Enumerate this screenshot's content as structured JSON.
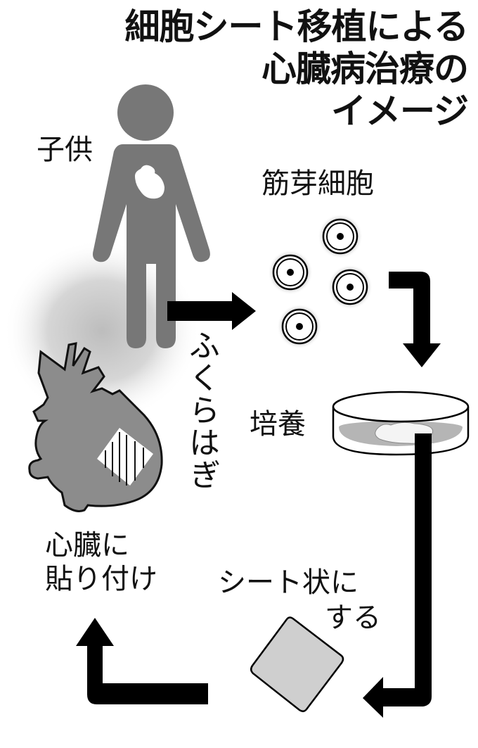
{
  "title": {
    "lines": [
      "細胞シート移植による",
      "心臓病治療の",
      "イメージ"
    ]
  },
  "labels": {
    "child": "子供",
    "myoblast": "筋芽細胞",
    "calf": "ふくらはぎ",
    "culture": "培養",
    "sheet_line1": "シート状に",
    "sheet_line2": "する",
    "attach_line1": "心臓に",
    "attach_line2": "貼り付け"
  },
  "colors": {
    "figure": "#777777",
    "arrow": "#000000",
    "glow": "#cccccc",
    "sheet": "#cfcfcf",
    "dish_medium": "#b5b5b5"
  },
  "flow": [
    {
      "step": 1,
      "from": "calf",
      "to": "myoblast"
    },
    {
      "step": 2,
      "from": "myoblast",
      "to": "culture"
    },
    {
      "step": 3,
      "from": "culture",
      "to": "sheet"
    },
    {
      "step": 4,
      "from": "sheet",
      "to": "heart"
    }
  ]
}
